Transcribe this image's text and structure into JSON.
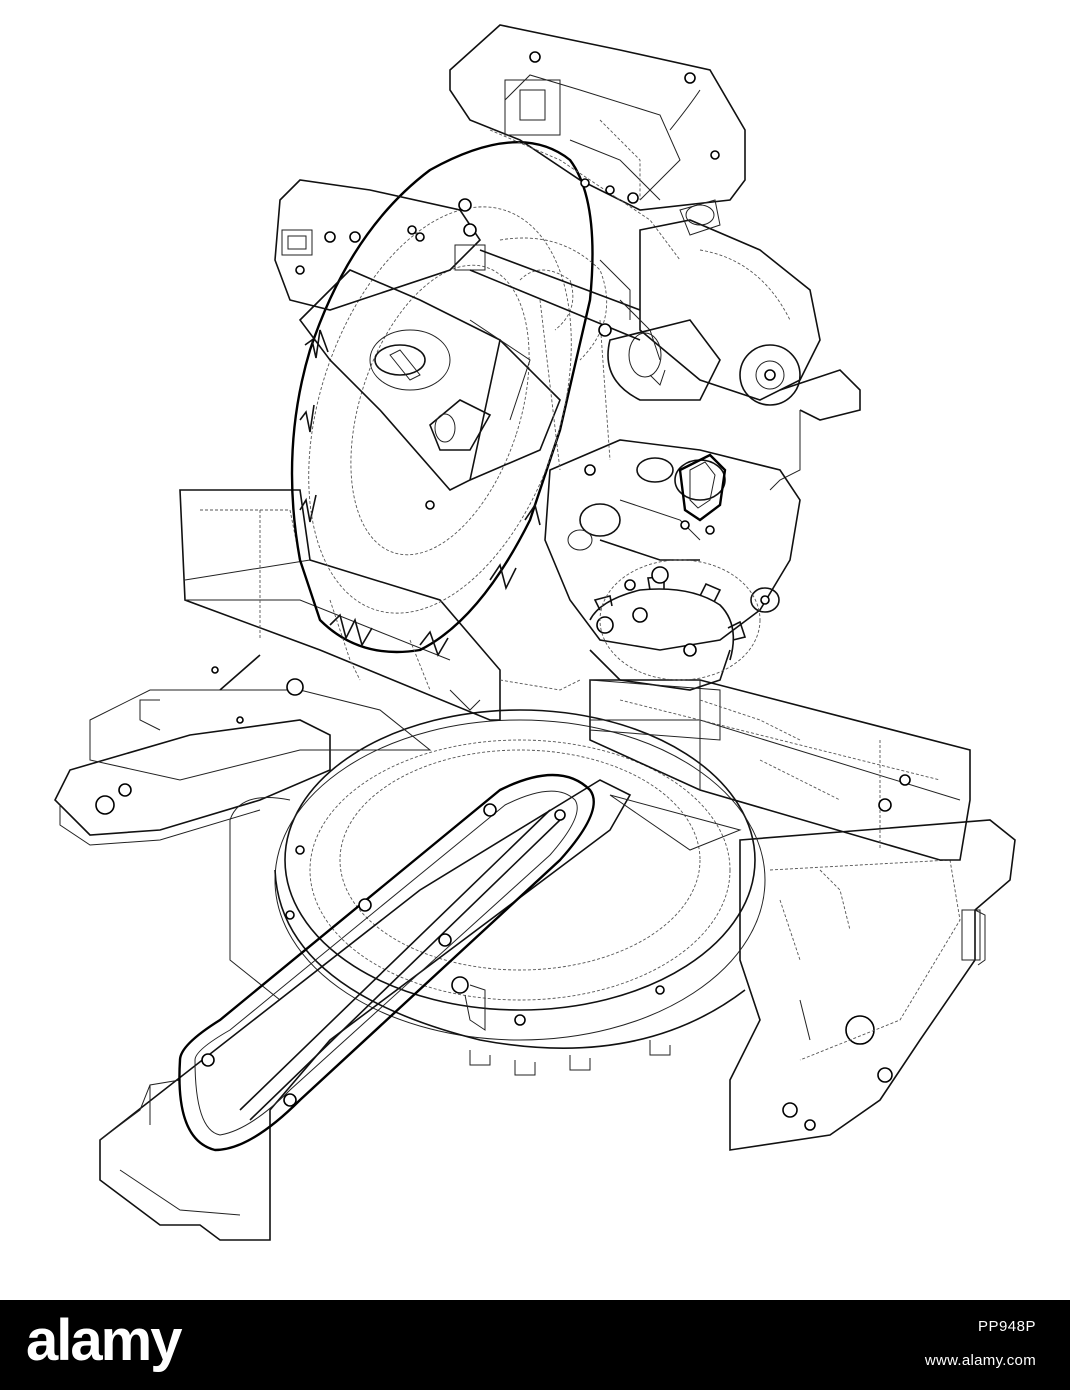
{
  "footer": {
    "brand": "alamy",
    "image_id": "PP948P",
    "url": "www.alamy.com",
    "background": "#000000",
    "text_color": "#ffffff"
  },
  "drawing": {
    "stroke_color": "#000000",
    "background": "#ffffff"
  }
}
